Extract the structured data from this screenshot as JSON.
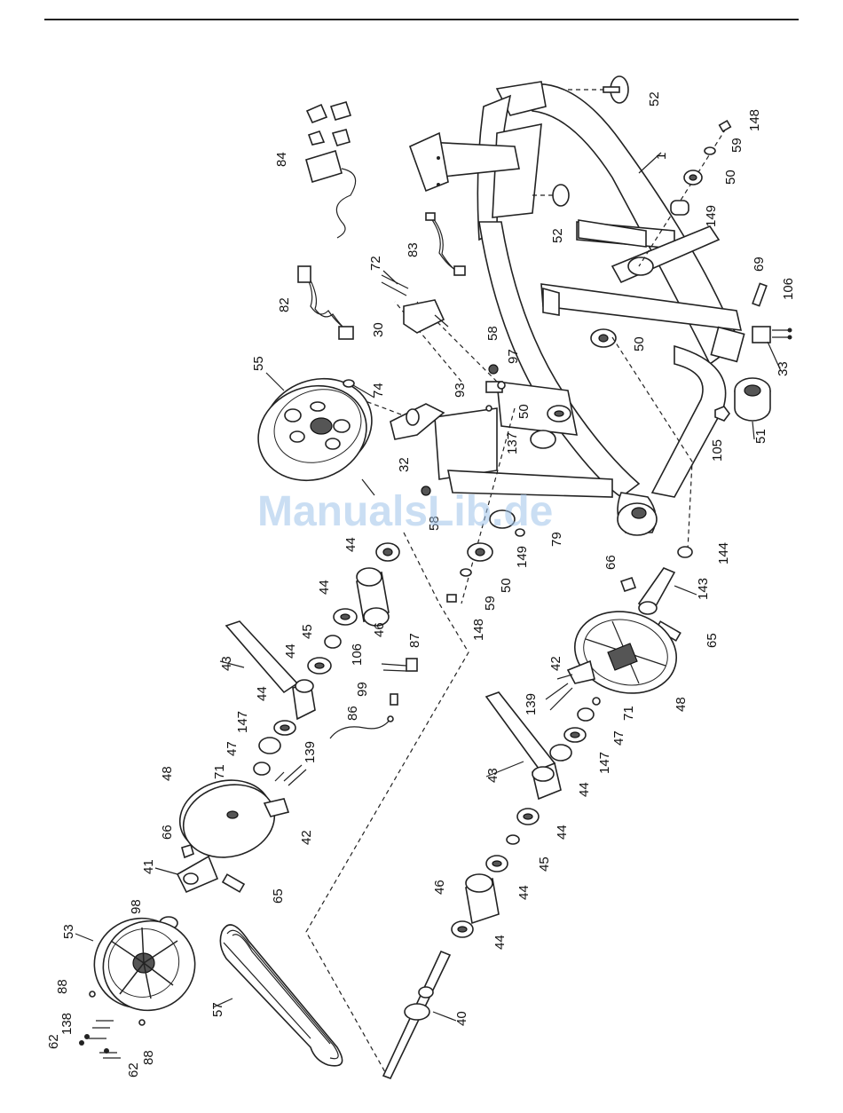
{
  "watermark": "ManualsLib.de",
  "labels": {
    "p1": "1",
    "p30": "30",
    "p32": "32",
    "p33": "33",
    "p40": "40",
    "p41": "41",
    "p42a": "42",
    "p42b": "42",
    "p43a": "43",
    "p43b": "43",
    "p44a": "44",
    "p44b": "44",
    "p44c": "44",
    "p44d": "44",
    "p44e": "44",
    "p44f": "44",
    "p44g": "44",
    "p44h": "44",
    "p45a": "45",
    "p45b": "45",
    "p46a": "46",
    "p46b": "46",
    "p47a": "47",
    "p47b": "47",
    "p48a": "48",
    "p48b": "48",
    "p50a": "50",
    "p50b": "50",
    "p50c": "50",
    "p50d": "50",
    "p51": "51",
    "p52a": "52",
    "p52b": "52",
    "p53": "53",
    "p55": "55",
    "p57": "57",
    "p58a": "58",
    "p58b": "58",
    "p59a": "59",
    "p59b": "59",
    "p62a": "62",
    "p62b": "62",
    "p65a": "65",
    "p65b": "65",
    "p66a": "66",
    "p66b": "66",
    "p69": "69",
    "p71a": "71",
    "p71b": "71",
    "p72": "72",
    "p74": "74",
    "p79": "79",
    "p82": "82",
    "p83": "83",
    "p84": "84",
    "p86": "86",
    "p87": "87",
    "p88a": "88",
    "p88b": "88",
    "p93": "93",
    "p97": "97",
    "p98": "98",
    "p99": "99",
    "p105": "105",
    "p106a": "106",
    "p106b": "106",
    "p137": "137",
    "p138": "138",
    "p139a": "139",
    "p139b": "139",
    "p143": "143",
    "p144": "144",
    "p147a": "147",
    "p147b": "147",
    "p148a": "148",
    "p148b": "148",
    "p149a": "149",
    "p149b": "149"
  }
}
